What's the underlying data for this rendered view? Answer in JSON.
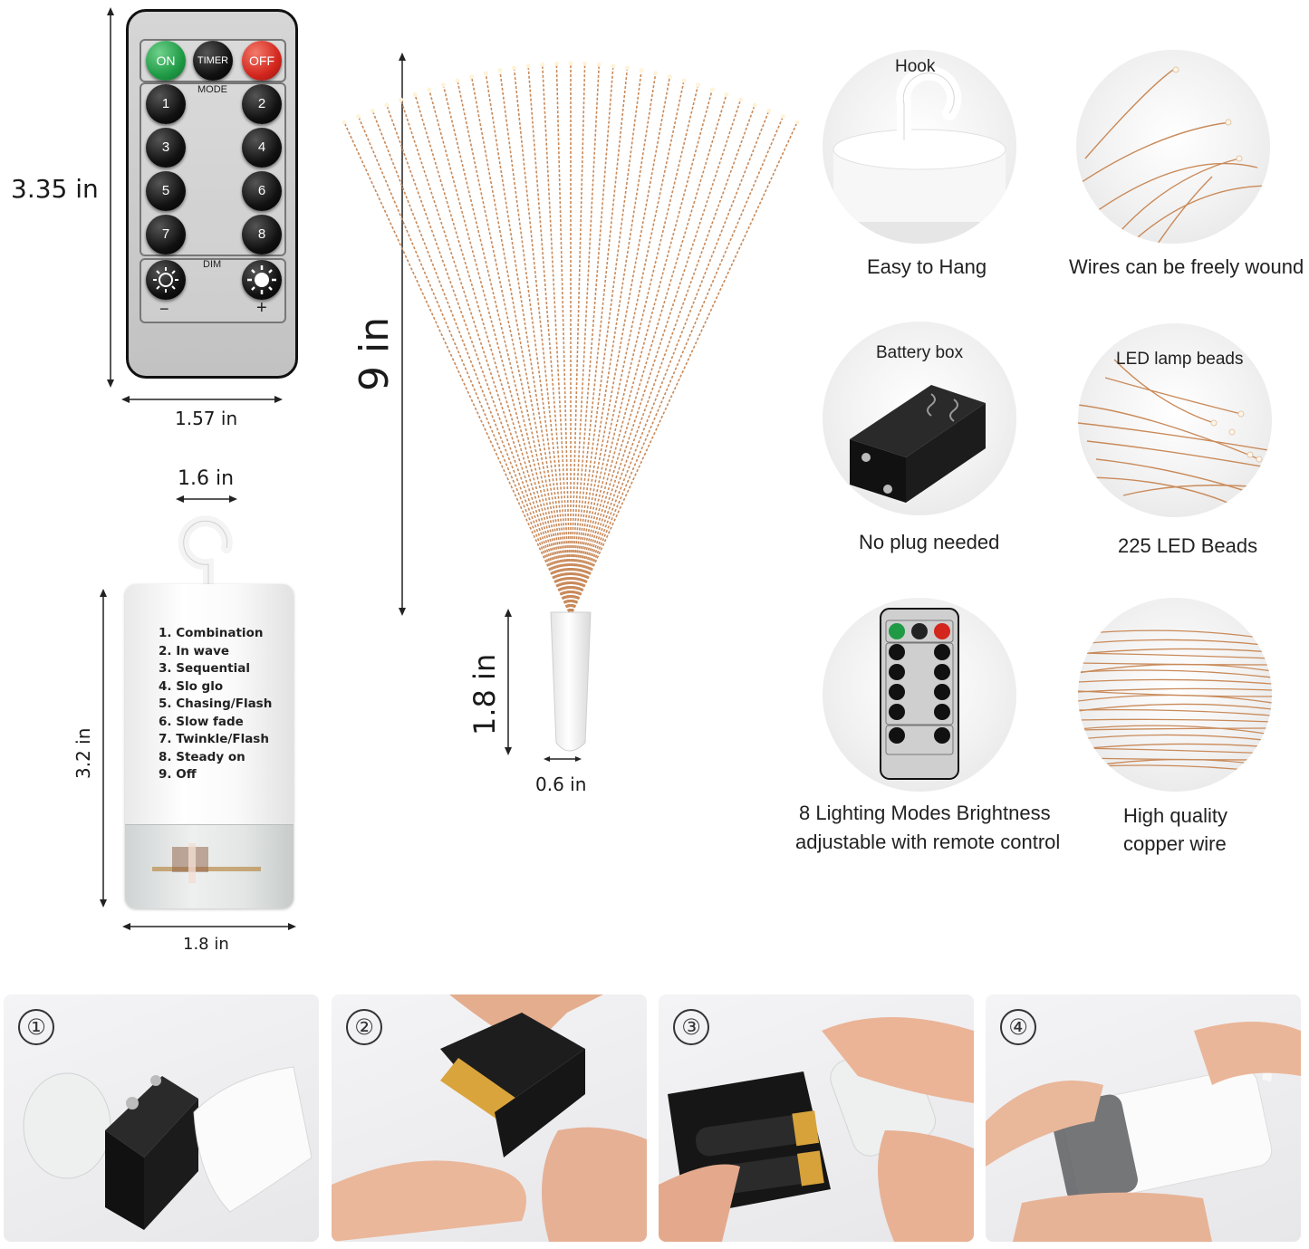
{
  "remote": {
    "on": "ON",
    "timer": "TIMER",
    "off": "OFF",
    "mode": "MODE",
    "numbers": [
      "1",
      "2",
      "3",
      "4",
      "5",
      "6",
      "7",
      "8"
    ],
    "dim": "DIM",
    "minus": "−",
    "plus": "+"
  },
  "dimensions": {
    "remote_height": "3.35 in",
    "remote_width": "1.57 in",
    "fan_height": "9 in",
    "tube_height": "1.8 in",
    "tube_width": "0.6 in",
    "cap_width": "1.6 in",
    "box_height": "3.2 in",
    "box_width": "1.8 in"
  },
  "modes": [
    "1. Combination",
    "2. In wave",
    "3. Sequential",
    "4. Slo glo",
    "5. Chasing/Flash",
    "6. Slow fade",
    "7. Twinkle/Flash",
    "8. Steady on",
    "9. Off"
  ],
  "features": [
    {
      "inner": "Hook",
      "caption": "Easy to Hang"
    },
    {
      "inner": "",
      "caption": "Wires can be freely wound"
    },
    {
      "inner": "Battery box",
      "caption": "No plug needed"
    },
    {
      "inner": "LED lamp beads",
      "caption": "225 LED Beads"
    },
    {
      "inner": "",
      "caption_1": "8 Lighting Modes Brightness",
      "caption_2": "adjustable with remote control"
    },
    {
      "inner": "",
      "caption_1": "High quality",
      "caption_2": "copper wire"
    }
  ],
  "steps": [
    "①",
    "②",
    "③",
    "④"
  ],
  "colors": {
    "copper": "#c98a5a",
    "on_green": "#1f9a45",
    "off_red": "#d3261d"
  }
}
